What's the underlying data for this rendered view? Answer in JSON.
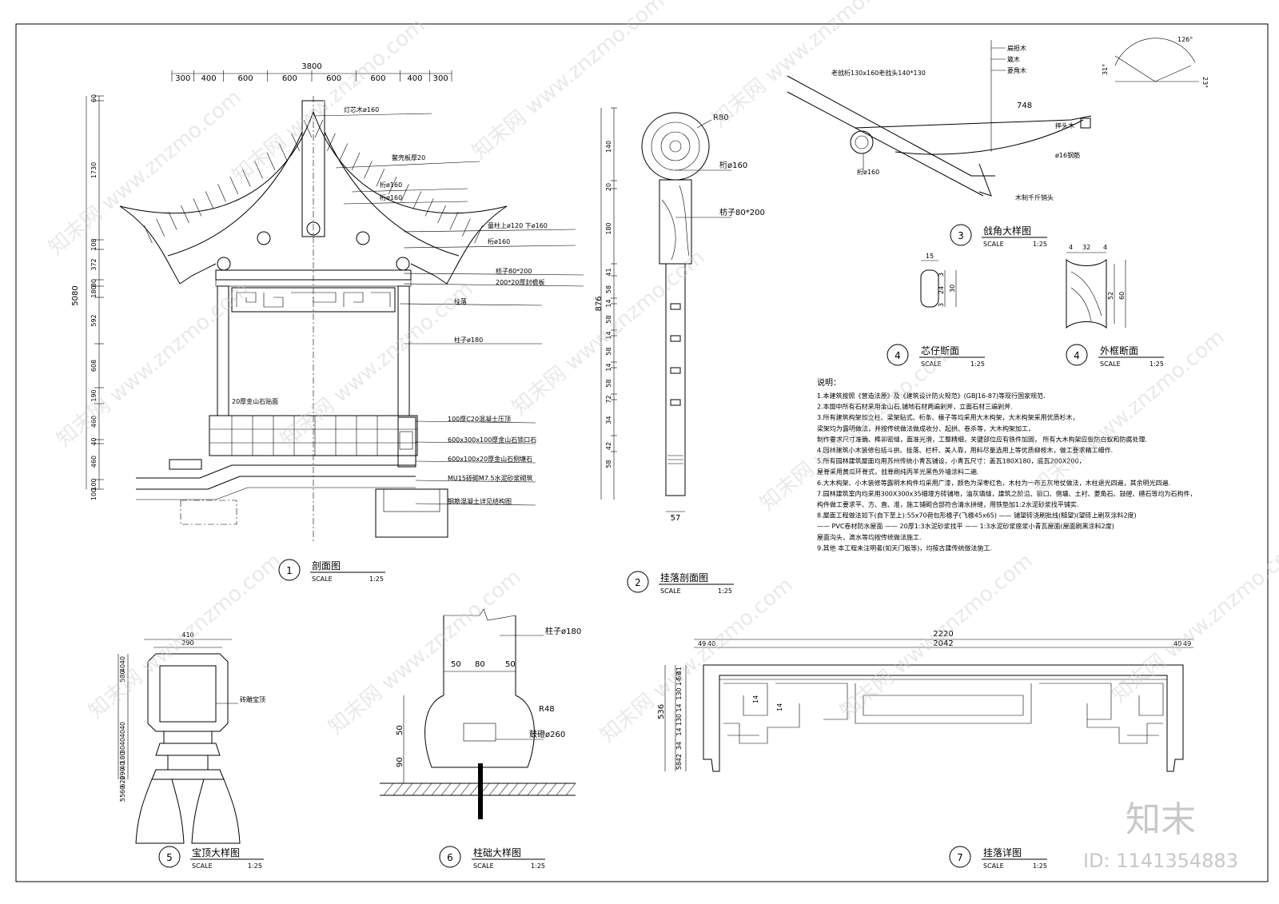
{
  "top_dims": {
    "total": "3800",
    "segments": [
      "300",
      "400",
      "600",
      "600",
      "600",
      "600",
      "400",
      "300"
    ]
  },
  "left_dims": {
    "total": "5080",
    "segments": [
      "60",
      "1730",
      "108",
      "372",
      "80",
      "180",
      "592",
      "608",
      "190",
      "460",
      "40",
      "460",
      "100",
      "100"
    ]
  },
  "section1": {
    "labels": [
      "灯芯木ø160",
      "鳖壳板厚20",
      "桁ø160",
      "桁ø160",
      "童柱上ø120 下ø160",
      "桁ø160",
      "枋子80*200",
      "200*20厚封檐板",
      "挂落",
      "柱子ø180",
      "20厚金山石贴面",
      "100厚C20混凝土压顶",
      "600x300x100厚金山石锁口石",
      "600x100x20厚金山石侧塘石",
      "MU15砖砌M7.5水泥砂浆砌筑",
      "钢筋混凝土详见结构图"
    ],
    "num": "1",
    "name": "剖面图",
    "scale_label": "SCALE",
    "scale": "1:25"
  },
  "section2": {
    "dims": [
      "140",
      "20",
      "180",
      "41",
      "58",
      "14",
      "58",
      "14",
      "58",
      "14",
      "58",
      "72",
      "34",
      "42",
      "58"
    ],
    "total": "876",
    "bottom": "57",
    "labels": [
      "R80",
      "桁ø160",
      "枋子80*200"
    ],
    "num": "2",
    "name": "挂落剖面图",
    "scale_label": "SCALE",
    "scale": "1:25"
  },
  "section3": {
    "labels": [
      "扁担木",
      "箴木",
      "菱角木",
      "老戗桁130x160老戗头140*130",
      "748",
      "摔头木",
      "ø16钢筋",
      "木制千斤销头",
      "桁ø160"
    ],
    "angles": [
      "126°",
      "31°",
      "23°"
    ],
    "num": "3",
    "name": "戗角大样图",
    "scale_label": "SCALE",
    "scale": "1:25"
  },
  "section4a": {
    "dims": [
      "15",
      "3",
      "24",
      "30",
      "3"
    ],
    "num": "4",
    "name": "芯仔断面",
    "scale_label": "SCALE",
    "scale": "1:25"
  },
  "section4b": {
    "dims": [
      "4",
      "32",
      "4",
      "52",
      "60"
    ],
    "num": "4",
    "name": "外框断面",
    "scale_label": "SCALE",
    "scale": "1:25"
  },
  "notes": {
    "heading": "说明：",
    "lines": [
      "1.本建筑按照《营造法原》及《建筑设计防火规范》(GBJ16-87)等现行国家规范.",
      "2.本图中所有石材采用金山石,铺地石材两遍剁斧，立面石材三遍剁斧.",
      "3.所有建筑构架如立柱、梁架贴式、桁条、椽子等均采用大木构架，大木构架采用优质杉木，",
      "   梁架均为露明做法，并按传统做法做成收分、起拱、卷杀等，大木构架加工，",
      "   制作要求尺寸准确、榫卯密缝，面准光滑，工整精细，关键部位应有铁件加固， 所有大木构架应做防白蚁和防腐处理.",
      "4.园林建筑小木装修包括斗拱、挂落、栏杆、美人靠，用料尽量选用上等优质柳桉木，做工要求精工细作.",
      "5.所有园林建筑屋面均用苏州传统小青瓦铺设，小青瓦尺寸：盖瓦180X180，底瓦200X200，",
      "   屋脊采用黄瓜环脊式，戗脊刷纯丙羊光黑色外墙涂料二遍.",
      "6.大木构架、小木装修等露明木构件均采用广漆，颜色为深枣红色，木柱为一布五灰地仗做法，木柱退光四遍，其余明光四遍.",
      "7.园林建筑室内均采用300X300x35细墁方砖铺地，油灰填缝，建筑之阶沿、锁口、侧塘、土衬、菱角石、鼓磴、礤石等均为石构件，",
      "   构件做工要求平、方、直、准，施工铺砌合部符合清水拼缝，用铁垫加1:2水泥砂浆找平铺实.",
      "8.屋面工程做法如下(自下至上):55x70荷包形椽子(飞椽45x65) —— 铺望砖浇刷批线(糙望)(望砖上刷灰涂料2度)",
      "   —— PVC卷材防水屋面 —— 20厚1:3水泥砂浆找平 —— 1:3水泥砂浆座浆小青瓦屋面(屋面刷黑涂料2度)",
      "   屋面沟头，滴水等均按传统做法施工.",
      "9.其他 本工程未注明者(如天门板等)，均按古建传统做法施工."
    ]
  },
  "section5": {
    "dims": [
      "410",
      "290",
      "40",
      "40",
      "580",
      "40",
      "40",
      "40",
      "30",
      "180",
      "40",
      "290",
      "620",
      "60",
      "55"
    ],
    "label": "砖雕宝顶",
    "num": "5",
    "name": "宝顶大样图",
    "scale_label": "SCALE",
    "scale": "1:25"
  },
  "section6": {
    "dims": [
      "50",
      "80",
      "50",
      "50",
      "90"
    ],
    "labels": [
      "柱子ø180",
      "R48",
      "鼓磴ø260"
    ],
    "num": "6",
    "name": "柱础大样图",
    "scale_label": "SCALE",
    "scale": "1:25"
  },
  "section7": {
    "total": "2220",
    "inner": "2042",
    "left": [
      "49",
      "40"
    ],
    "right": [
      "40",
      "49"
    ],
    "height": "536",
    "vdims": [
      "41",
      "58",
      "14",
      "130",
      "14",
      "130",
      "14",
      "34",
      "42",
      "58"
    ],
    "inner_marks": [
      "14",
      "14"
    ],
    "num": "7",
    "name": "挂落详图",
    "scale_label": "SCALE",
    "scale": "1:25"
  },
  "watermarks": {
    "site": "www.znzmo.com",
    "cn": "知末网",
    "brand": "知末",
    "id": "ID: 1141354883"
  }
}
